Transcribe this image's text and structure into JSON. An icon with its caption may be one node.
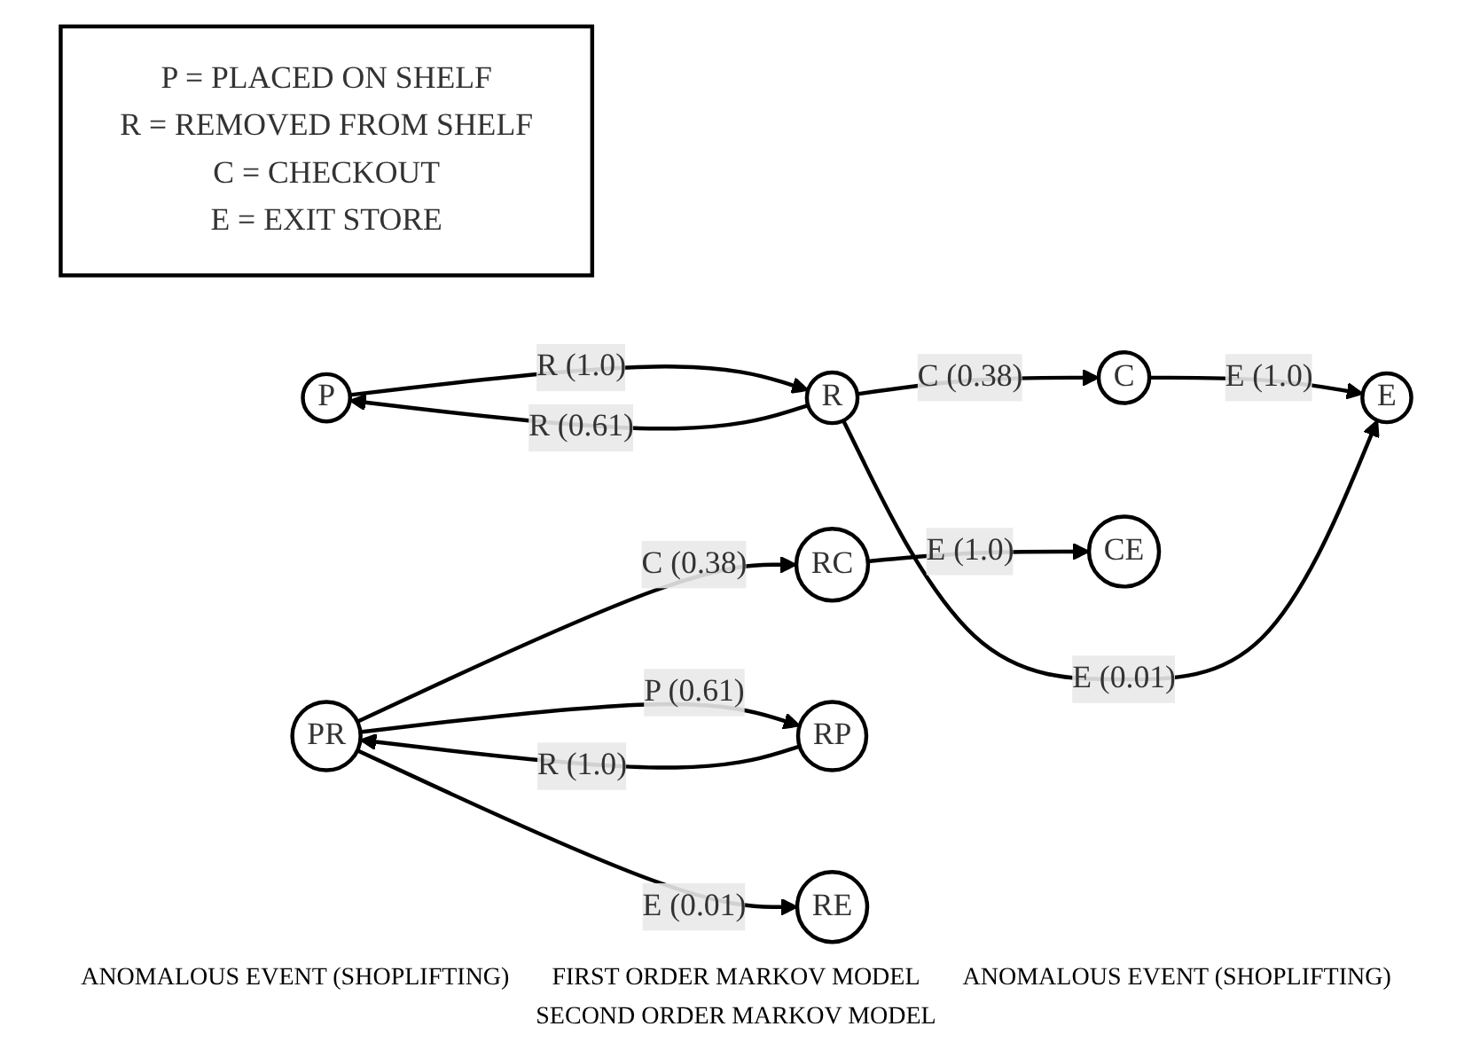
{
  "diagram": {
    "nodes": [
      {
        "text": [
          "P"
        ]
      },
      {
        "text": [
          "R"
        ]
      },
      {
        "text": [
          "C"
        ]
      },
      {
        "text": [
          "E"
        ]
      },
      {
        "text": [
          "P = PLACED ON SHELF",
          "R = REMOVED FROM SHELF",
          "C = CHECKOUT",
          "E = EXIT STORE"
        ]
      },
      {
        "text": [
          "PR"
        ]
      },
      {
        "text": [
          "RC"
        ]
      },
      {
        "text": [
          "CE"
        ]
      },
      {
        "text": [
          "RP"
        ]
      },
      {
        "text": [
          "RE"
        ]
      }
    ],
    "edges": [
      {
        "from": 1,
        "to": 0,
        "arrow": "to",
        "label": "R (0.61)"
      },
      {
        "from": 0,
        "to": 1,
        "arrow": "to",
        "label": "R (1.0)"
      },
      {
        "from": 1,
        "to": 2,
        "arrow": "to",
        "label": "C (0.38)"
      },
      {
        "from": 2,
        "to": 3,
        "arrow": "to",
        "label": "E (1.0)"
      },
      {
        "from": 1,
        "to": 3,
        "arrow": "to",
        "label": "E (0.01)"
      },
      {
        "from": 5,
        "to": 6,
        "arrow": "to",
        "label": "C (0.38)"
      },
      {
        "from": 6,
        "to": 7,
        "arrow": "to",
        "label": "E (1.0)"
      },
      {
        "from": 8,
        "to": 5,
        "arrow": "to",
        "label": "R (1.0)"
      },
      {
        "from": 5,
        "to": 8,
        "arrow": "to",
        "label": "P (0.61)"
      },
      {
        "from": 5,
        "to": 9,
        "arrow": "to",
        "label": "E (0.01)"
      }
    ],
    "labels": [
      "ANOMALOUS EVENT (SHOPLIFTING)",
      "FIRST ORDER MARKOV MODEL",
      "ANOMALOUS EVENT (SHOPLIFTING)",
      "SECOND ORDER MARKOV MODEL"
    ]
  }
}
